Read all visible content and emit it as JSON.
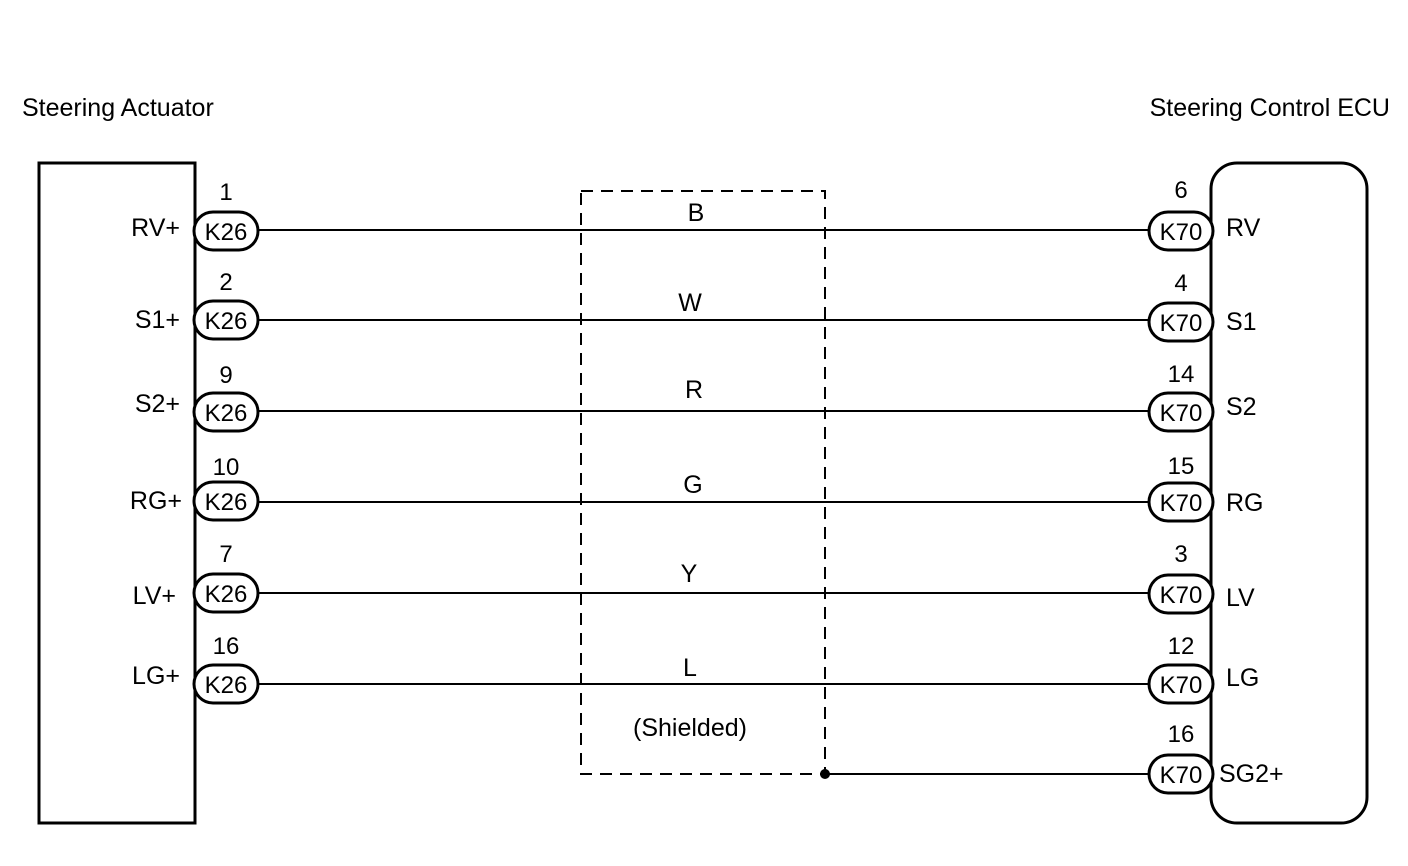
{
  "title_left": "Steering Actuator",
  "title_right": "Steering Control ECU",
  "shield_label": "(Shielded)",
  "rows": [
    {
      "left_terminal": "RV+",
      "left_pin": "1",
      "left_connector": "K26",
      "wire_color": "B",
      "right_pin": "6",
      "right_connector": "K70",
      "right_terminal": "RV"
    },
    {
      "left_terminal": "S1+",
      "left_pin": "2",
      "left_connector": "K26",
      "wire_color": "W",
      "right_pin": "4",
      "right_connector": "K70",
      "right_terminal": "S1"
    },
    {
      "left_terminal": "S2+",
      "left_pin": "9",
      "left_connector": "K26",
      "wire_color": "R",
      "right_pin": "14",
      "right_connector": "K70",
      "right_terminal": "S2"
    },
    {
      "left_terminal": "RG+",
      "left_pin": "10",
      "left_connector": "K26",
      "wire_color": "G",
      "right_pin": "15",
      "right_connector": "K70",
      "right_terminal": "RG"
    },
    {
      "left_terminal": "LV+",
      "left_pin": "7",
      "left_connector": "K26",
      "wire_color": "Y",
      "right_pin": "3",
      "right_connector": "K70",
      "right_terminal": "LV"
    },
    {
      "left_terminal": "LG+",
      "left_pin": "16",
      "left_connector": "K26",
      "wire_color": "L",
      "right_pin": "12",
      "right_connector": "K70",
      "right_terminal": "LG"
    }
  ],
  "shield_ground": {
    "right_pin": "16",
    "right_connector": "K70",
    "right_terminal": "SG2+"
  }
}
